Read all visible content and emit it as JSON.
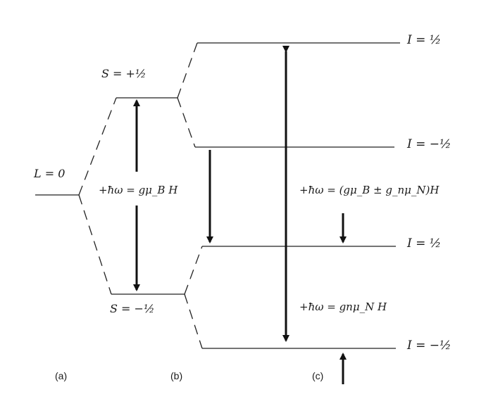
{
  "levels": {
    "L": "L = 0",
    "S_plus": "S = +½",
    "S_minus": "S = −½",
    "I_top": "I = ½",
    "I_upper_mid": "I = −½",
    "I_lower_mid": "I = ½",
    "I_bottom": "I = −½"
  },
  "equations": {
    "electron": "+ħω = gμ_B H",
    "combined": "+ħω = (gμ_B ± g_nμ_N)H",
    "nuclear": "+ħω = gnμ_N H"
  },
  "panel_labels": {
    "a": "(a)",
    "b": "(b)",
    "c": "(c)"
  }
}
